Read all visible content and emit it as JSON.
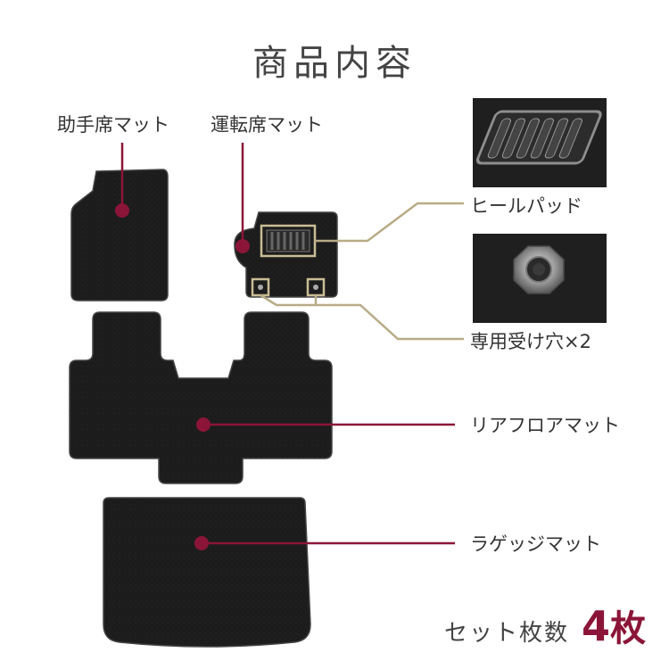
{
  "title": "商品内容",
  "labels": {
    "passenger_mat": "助手席マット",
    "driver_mat": "運転席マット",
    "heel_pad": "ヒールパッド",
    "fixing_holes": "専用受け穴×2",
    "rear_floor_mat": "リアフロアマット",
    "luggage_mat": "ラゲッジマット"
  },
  "count": {
    "label": "セット枚数",
    "value": "4",
    "unit": "枚"
  },
  "colors": {
    "accent": "#8b1538",
    "leader_gold": "#b8ab86",
    "mat_fill": "#1c1c1c"
  }
}
